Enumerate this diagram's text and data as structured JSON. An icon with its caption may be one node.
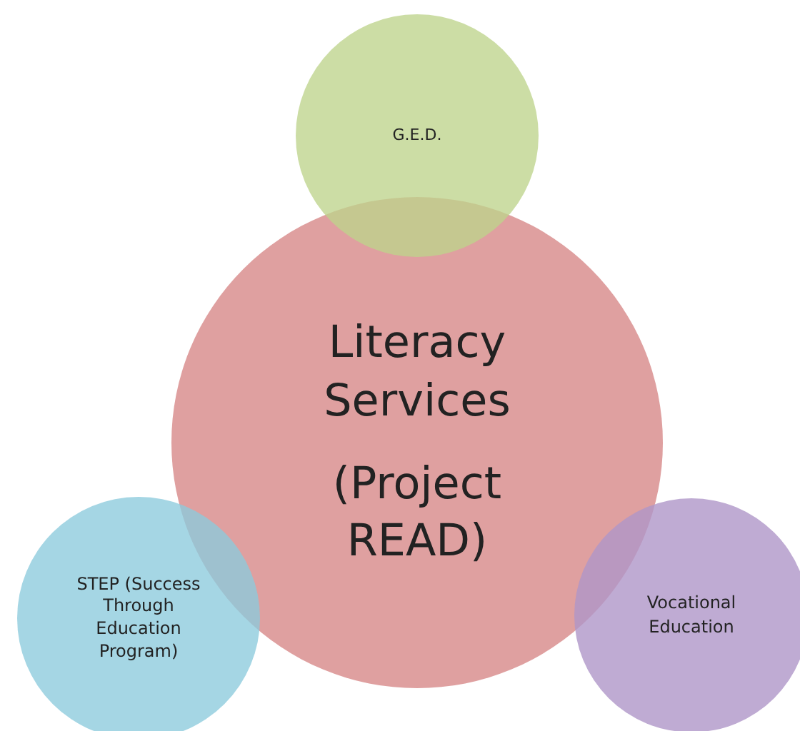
{
  "diagram": {
    "nodes": [
      {
        "text": [
          "Literacy Services",
          "(Project READ)"
        ]
      },
      {
        "text": [
          "G.E.D."
        ]
      },
      {
        "text": [
          "STEP (Success Through Education Program)"
        ]
      },
      {
        "text": [
          "Vocational Education"
        ]
      }
    ]
  }
}
